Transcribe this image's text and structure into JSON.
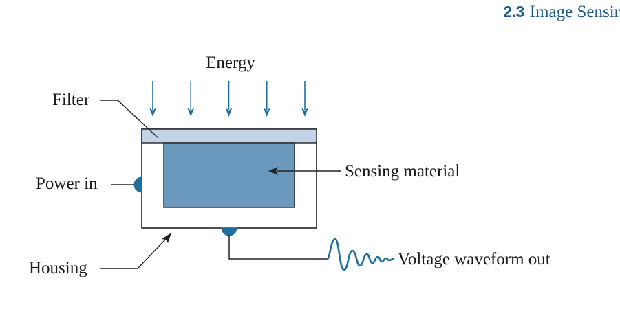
{
  "header": {
    "section_number": "2.3",
    "section_title": "Image Sensir"
  },
  "diagram": {
    "labels": {
      "energy": "Energy",
      "filter": "Filter",
      "power_in": "Power in",
      "sensing_material": "Sensing material",
      "housing": "Housing",
      "voltage_out": "Voltage waveform out"
    },
    "energy_arrow_count": 5,
    "colors": {
      "accent": "#1b5a8c",
      "arrow": "#1f6f9c",
      "filter": "#c3d3e6",
      "sensing_material": "#6b98bd",
      "connector": "#1f6f9c",
      "outline": "#222222"
    }
  }
}
